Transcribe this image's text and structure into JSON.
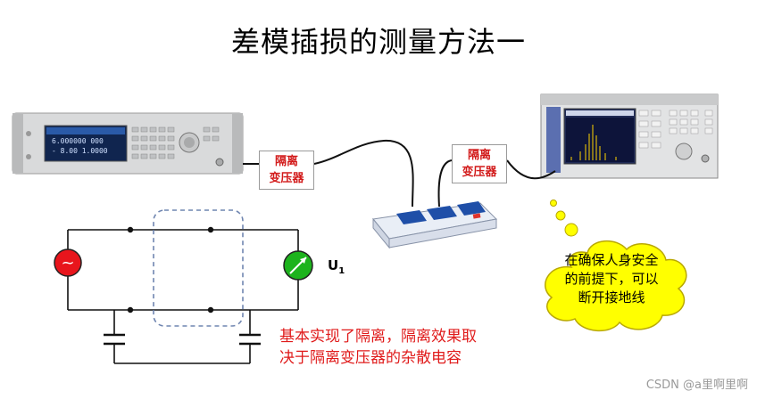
{
  "title": "差模插损的测量方法一",
  "transformer_left": {
    "line1": "隔离",
    "line2": "变压器"
  },
  "transformer_right": {
    "line1": "隔离",
    "line2": "变压器"
  },
  "voltmeter_label": "U",
  "voltmeter_subscript": "1",
  "source_symbol": "~",
  "note": {
    "line1": "基本实现了隔离，隔离效果取",
    "line2": "决于隔离变压器的杂散电容"
  },
  "bubble": {
    "line1": "在确保人身安全",
    "line2": "的前提下，可以",
    "line3": "断开接地线"
  },
  "watermark": "CSDN @a里啊里啊",
  "colors": {
    "label_red": "#d21a1a",
    "note_red": "#e01b1b",
    "source_fill": "#e8151c",
    "meter_fill": "#1db31d",
    "bubble_fill": "#ffff00",
    "dashed_box": "#6f85b0"
  }
}
